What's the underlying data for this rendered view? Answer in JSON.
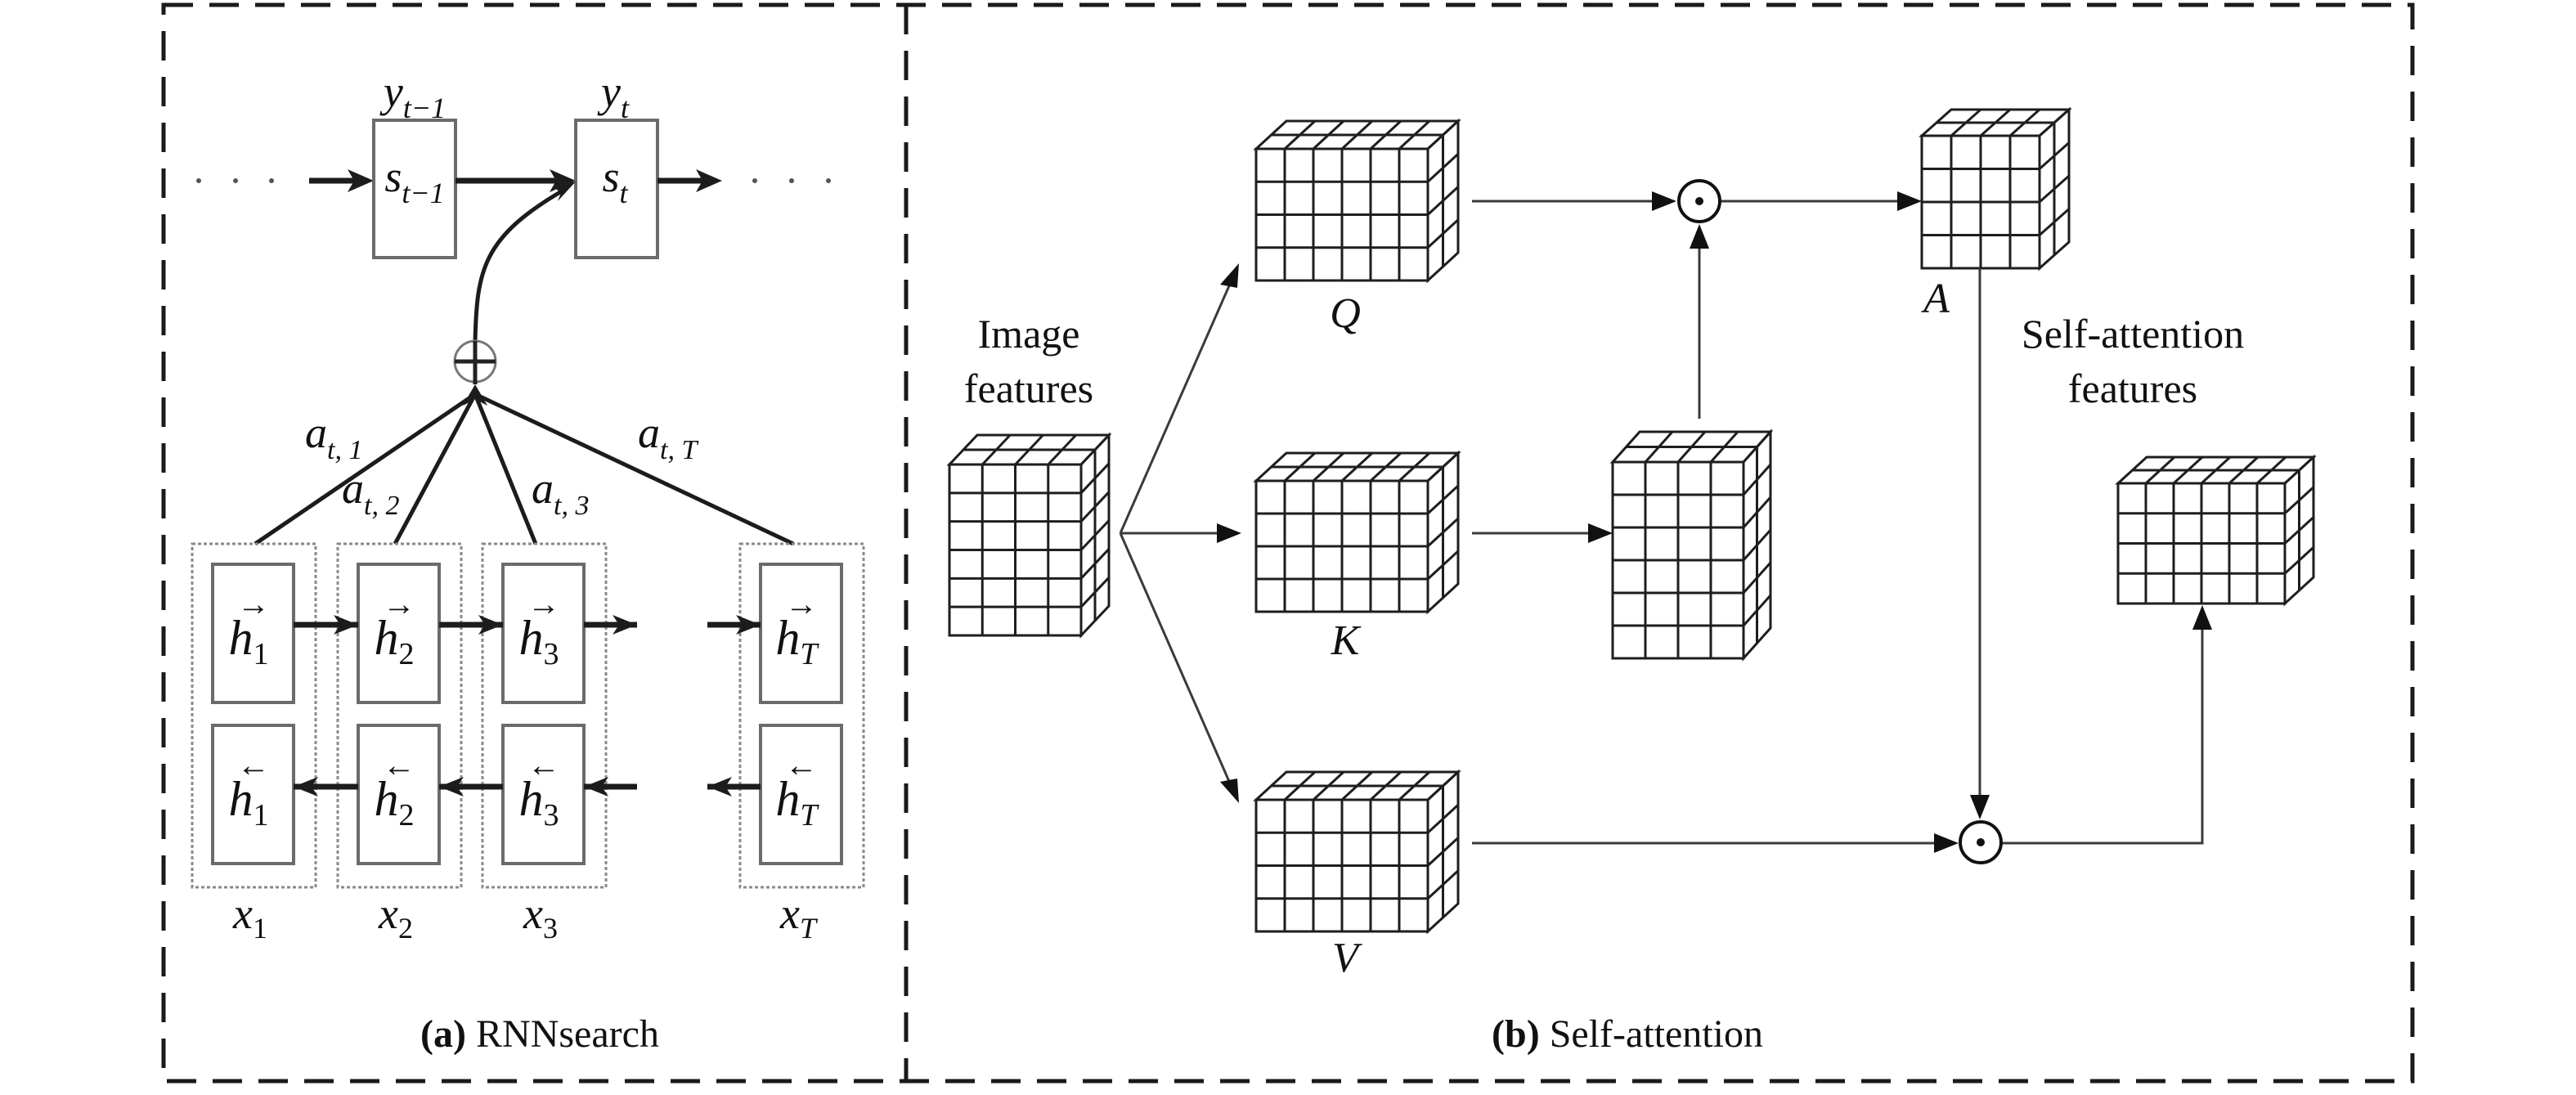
{
  "figure": {
    "panel_a": {
      "caption_label": "(a)",
      "caption_text": " RNNsearch",
      "decoder": {
        "prev_state": {
          "symbol": "s",
          "sub": "t−1"
        },
        "curr_state": {
          "symbol": "s",
          "sub": "t"
        },
        "prev_output": {
          "symbol": "y",
          "sub": "t−1"
        },
        "curr_output": {
          "symbol": "y",
          "sub": "t"
        },
        "ellipsis": "· · ·"
      },
      "sum_symbol": "⊕",
      "weights": [
        {
          "symbol": "a",
          "sub": "t, 1"
        },
        {
          "symbol": "a",
          "sub": "t, 2"
        },
        {
          "symbol": "a",
          "sub": "t, 3"
        },
        {
          "symbol": "a",
          "sub": "t, T"
        }
      ],
      "encoder_columns": [
        {
          "forward": {
            "symbol": "h",
            "sub": "1"
          },
          "backward": {
            "symbol": "h",
            "sub": "1"
          },
          "input": {
            "symbol": "x",
            "sub": "1"
          }
        },
        {
          "forward": {
            "symbol": "h",
            "sub": "2"
          },
          "backward": {
            "symbol": "h",
            "sub": "2"
          },
          "input": {
            "symbol": "x",
            "sub": "2"
          }
        },
        {
          "forward": {
            "symbol": "h",
            "sub": "3"
          },
          "backward": {
            "symbol": "h",
            "sub": "3"
          },
          "input": {
            "symbol": "x",
            "sub": "3"
          }
        },
        {
          "forward": {
            "symbol": "h",
            "sub": "T"
          },
          "backward": {
            "symbol": "h",
            "sub": "T"
          },
          "input": {
            "symbol": "x",
            "sub": "T"
          }
        }
      ],
      "forward_arrow_glyph": "→",
      "backward_arrow_glyph": "←"
    },
    "panel_b": {
      "caption_label": "(b)",
      "caption_text": " Self-attention",
      "input_label_line1": "Image",
      "input_label_line2": "features",
      "output_label_line1": "Self-attention",
      "output_label_line2": "features",
      "product_symbol": "⊙",
      "tensors": {
        "image": {
          "label": "",
          "cols": 4,
          "rows": 6,
          "color": "#ffffff"
        },
        "q": {
          "label": "Q",
          "cols": 6,
          "rows": 4,
          "color": "#c3e6f0"
        },
        "k": {
          "label": "K",
          "cols": 6,
          "rows": 4,
          "color": "#e2f0c4"
        },
        "v": {
          "label": "V",
          "cols": 6,
          "rows": 4,
          "color": "#f5ee8c"
        },
        "kt": {
          "label": "",
          "cols": 4,
          "rows": 6,
          "color": "#e2f0c4"
        },
        "a": {
          "label": "A",
          "cols": 4,
          "rows": 4,
          "color": "#f5b6c1"
        },
        "out": {
          "label": "",
          "cols": 6,
          "rows": 4,
          "color": "#f5ee8c"
        }
      }
    }
  }
}
